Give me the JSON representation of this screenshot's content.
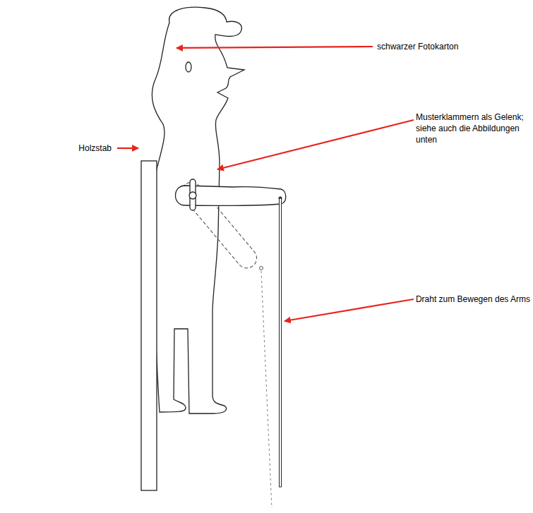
{
  "diagram": {
    "labels": [
      "schwarzer Fotokarton",
      "Musterklammern als Gelenk; siehe auch die Abbildungen unten",
      "Holzstab",
      "Draht zum Bewegen des Arms"
    ]
  }
}
